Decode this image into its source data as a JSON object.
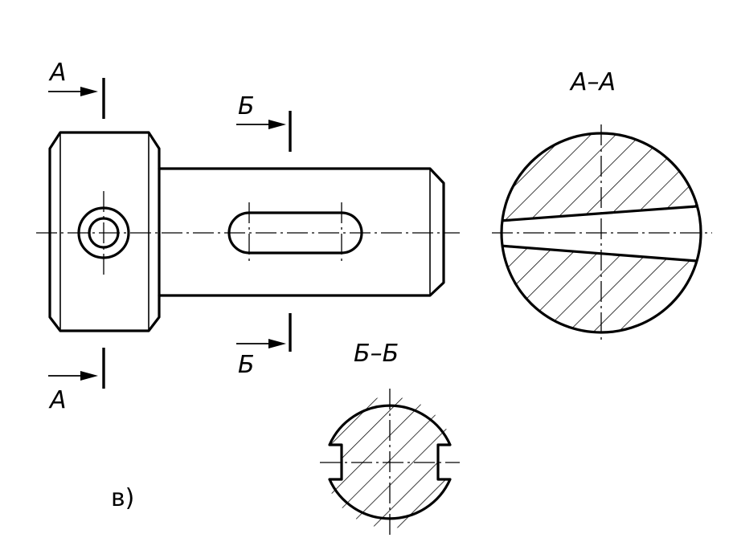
{
  "labels": {
    "cut_a_top": "A",
    "cut_a_bottom": "A",
    "cut_b_top": "Б",
    "cut_b_bottom": "Б",
    "section_a_title": "A–A",
    "section_b_title": "Б–Б",
    "figure_tag": "в)"
  },
  "colors": {
    "ink": "#000000",
    "paper": "#ffffff"
  }
}
